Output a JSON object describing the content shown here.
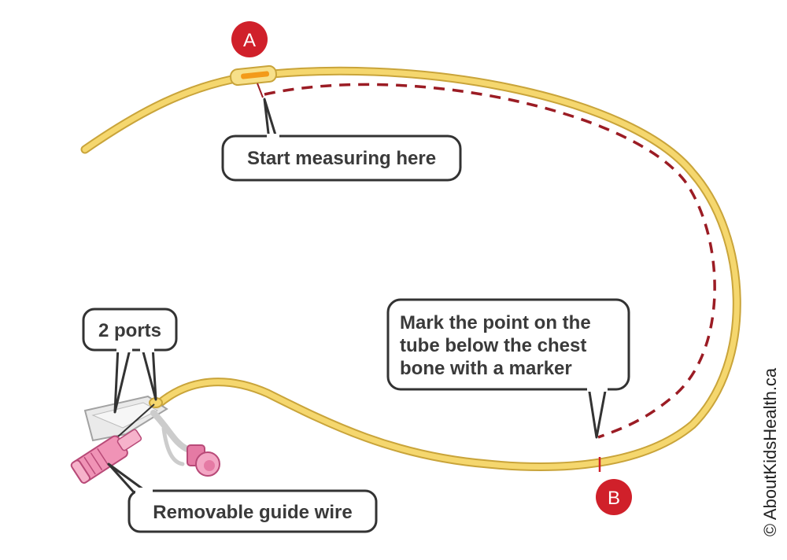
{
  "diagram": {
    "markers": {
      "start": "A",
      "end": "B"
    },
    "callouts": {
      "start_measuring": "Start measuring here",
      "ports": "2 ports",
      "guide_wire": "Removable guide wire",
      "mark_point": [
        "Mark the point on the",
        "tube below the chest",
        "bone with a marker"
      ]
    },
    "credit": "© AboutKidsHealth.ca",
    "colors": {
      "tube": "#f5d76e",
      "tube_outline": "#c9a43a",
      "measure_line": "#9b1c24",
      "marker_fill": "#d0202a",
      "callout_border": "#333333",
      "connector_pink": "#ee8fb0"
    }
  }
}
